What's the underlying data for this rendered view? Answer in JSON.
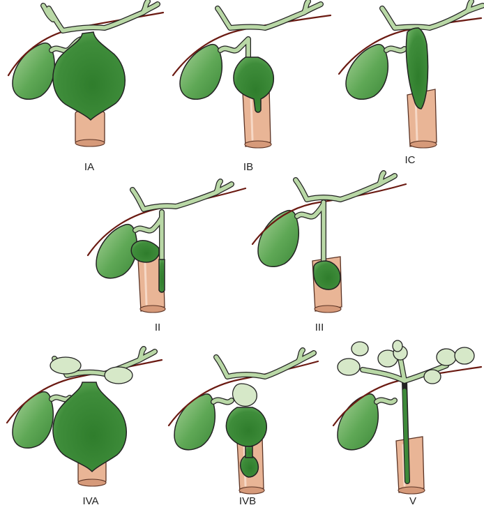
{
  "panels": [
    {
      "id": "IA",
      "label": "IA"
    },
    {
      "id": "IB",
      "label": "IB"
    },
    {
      "id": "IC",
      "label": "IC"
    },
    {
      "id": "II",
      "label": "II"
    },
    {
      "id": "III",
      "label": "III"
    },
    {
      "id": "IVA",
      "label": "IVA"
    },
    {
      "id": "IVB",
      "label": "IVB"
    },
    {
      "id": "V",
      "label": "V"
    }
  ],
  "colors": {
    "bile_duct": "#b9d8a6",
    "cyst": "#3e8a3a",
    "gallbladder": "#5ea653",
    "artery": "#6b1a12",
    "duodenum": "#e9b596",
    "outline": "#222222"
  }
}
